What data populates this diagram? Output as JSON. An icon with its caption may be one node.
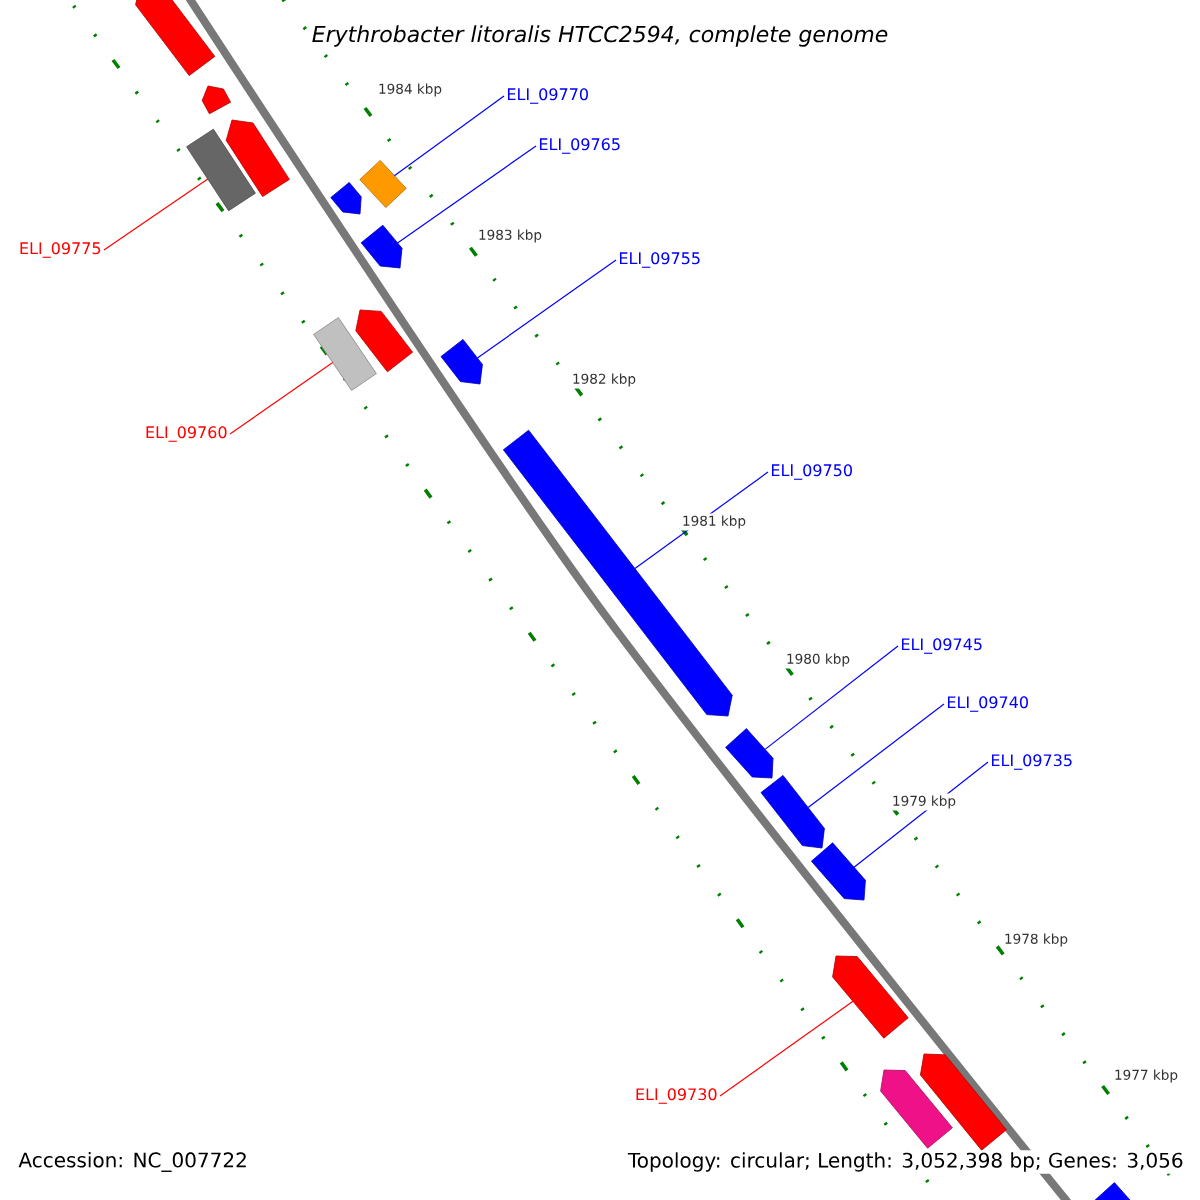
{
  "diagram": {
    "title": "Erythrobacter litoralis HTCC2594, complete genome",
    "nodes": [
      {
        "text": [
          "ELI_09770"
        ]
      },
      {
        "text": [
          "ELI_09765"
        ]
      },
      {
        "text": [
          "ELI_09775"
        ]
      },
      {
        "text": [
          "ELI_09755"
        ]
      },
      {
        "text": [
          "ELI_09760"
        ]
      },
      {
        "text": [
          "ELI_09750"
        ]
      },
      {
        "text": [
          "ELI_09745"
        ]
      },
      {
        "text": [
          "ELI_09740"
        ]
      },
      {
        "text": [
          "ELI_09735"
        ]
      },
      {
        "text": [
          "ELI_09730"
        ]
      },
      {
        "text": [],
        "shape": "pentagon"
      },
      {
        "text": [],
        "shape": "pentagon"
      },
      {
        "text": [],
        "shape": "pentagon"
      },
      {
        "text": [],
        "shape": "bar"
      },
      {
        "text": [],
        "shape": "bar"
      },
      {
        "text": [],
        "shape": "pentagon"
      },
      {
        "text": [],
        "shape": "pentagon"
      },
      {
        "text": [],
        "shape": "pentagon"
      },
      {
        "text": [],
        "shape": "bar"
      },
      {
        "text": [],
        "shape": "pentagon"
      },
      {
        "text": [],
        "shape": "pentagon"
      },
      {
        "text": [],
        "shape": "pentagon"
      },
      {
        "text": [],
        "shape": "pentagon"
      },
      {
        "text": [],
        "shape": "pentagon"
      },
      {
        "text": [],
        "shape": "pentagon"
      },
      {
        "text": [],
        "shape": "pentagon"
      },
      {
        "text": [],
        "shape": "pentagon"
      },
      {
        "text": [],
        "shape": "pentagon"
      }
    ],
    "edges": [
      {
        "from": 0,
        "to": 14,
        "arrow": "none"
      },
      {
        "from": 1,
        "to": 16,
        "arrow": "none"
      },
      {
        "from": 2,
        "to": 13,
        "arrow": "none",
        "color": "#ff0000"
      },
      {
        "from": 3,
        "to": 19,
        "arrow": "none"
      },
      {
        "from": 4,
        "to": 18,
        "arrow": "none",
        "color": "#ff0000"
      },
      {
        "from": 5,
        "to": 20,
        "arrow": "none"
      },
      {
        "from": 6,
        "to": 21,
        "arrow": "none"
      },
      {
        "from": 7,
        "to": 22,
        "arrow": "none"
      },
      {
        "from": 8,
        "to": 23,
        "arrow": "none"
      },
      {
        "from": 9,
        "to": 24,
        "arrow": "none",
        "color": "#ff0000"
      }
    ],
    "labels": [
      "1984 kbp",
      "1983 kbp",
      "1982 kbp",
      "1981 kbp",
      "1980 kbp",
      "1979 kbp",
      "1978 kbp",
      "1977 kbp",
      "Accession: NC_007722",
      "Topology: circular; Length: 3,052,398 bp; Genes: 3,056"
    ]
  }
}
